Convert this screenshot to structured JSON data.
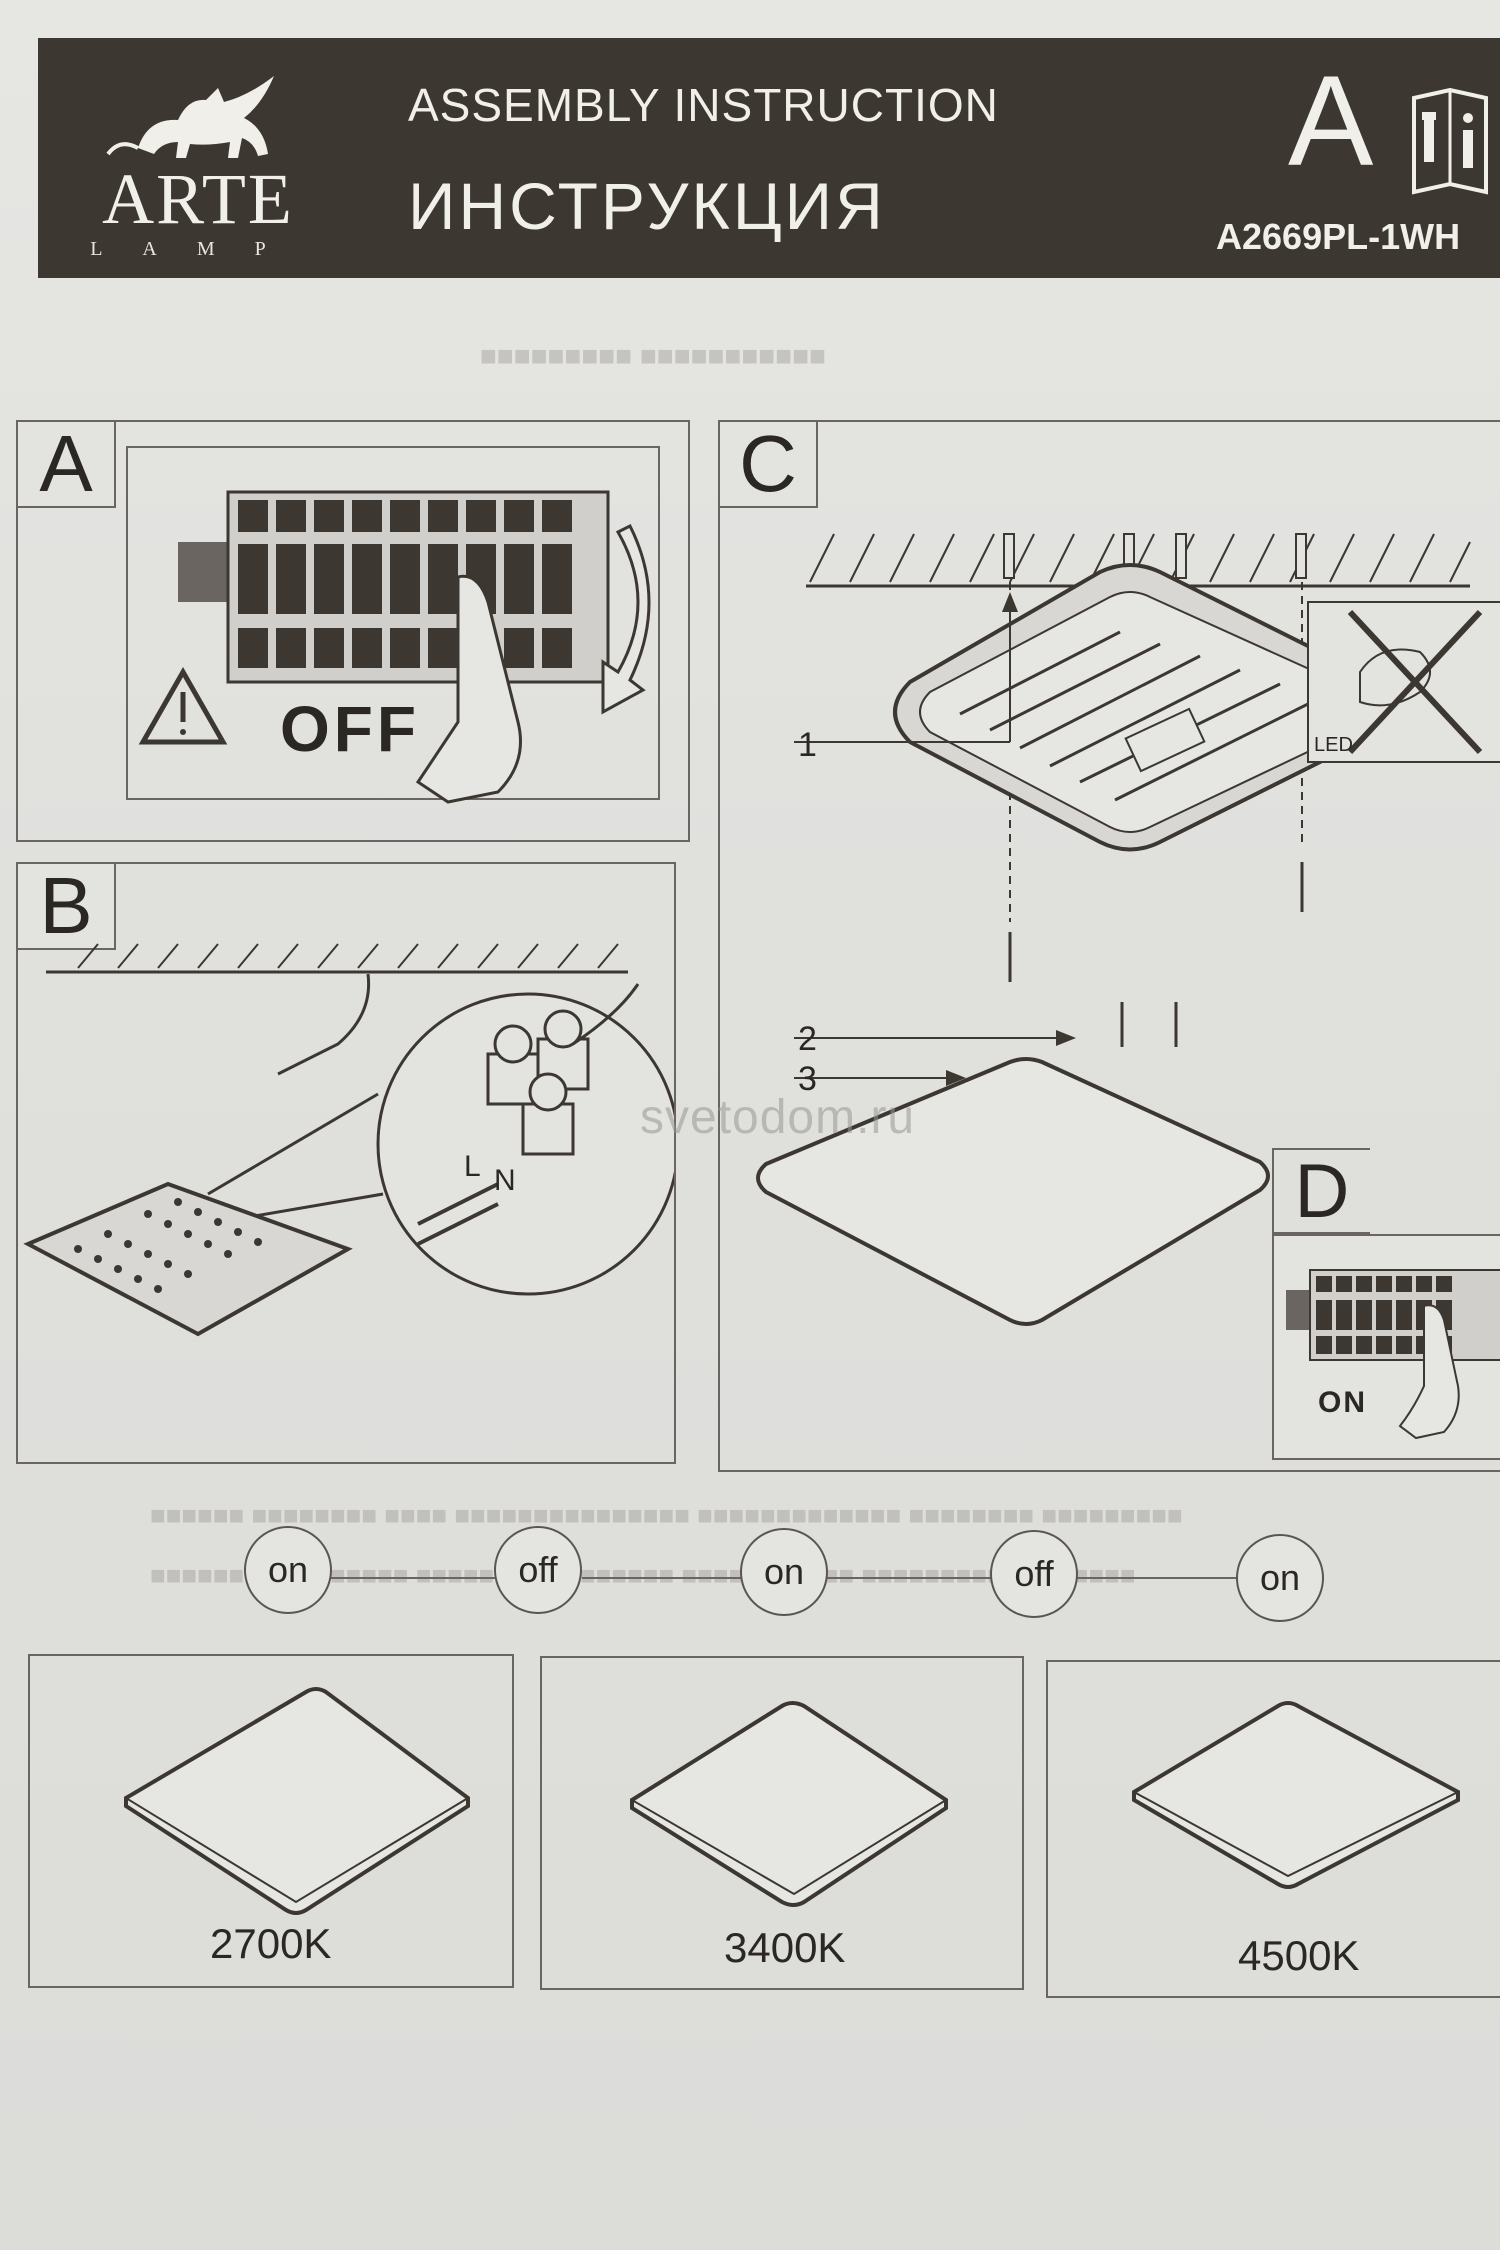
{
  "header": {
    "brand": "ARTE",
    "brand_sub": "LAMP",
    "title_en": "ASSEMBLY INSTRUCTION",
    "title_ru": "ИНСТРУКЦИЯ",
    "section_letter": "A",
    "model": "A2669PL-1WH"
  },
  "panels": {
    "a": {
      "label": "A",
      "off_text": "OFF"
    },
    "b": {
      "label": "B",
      "terminal_l": "L",
      "terminal_n": "N"
    },
    "c": {
      "label": "C",
      "callout_1": "1",
      "callout_2": "2",
      "callout_3": "3",
      "led_text": "LED"
    },
    "d": {
      "label": "D",
      "on_text": "ON"
    }
  },
  "watermark": "svetodom.ru",
  "switch_sequence": [
    "on",
    "off",
    "on",
    "off",
    "on"
  ],
  "color_temps": [
    "2700K",
    "3400K",
    "4500K"
  ]
}
